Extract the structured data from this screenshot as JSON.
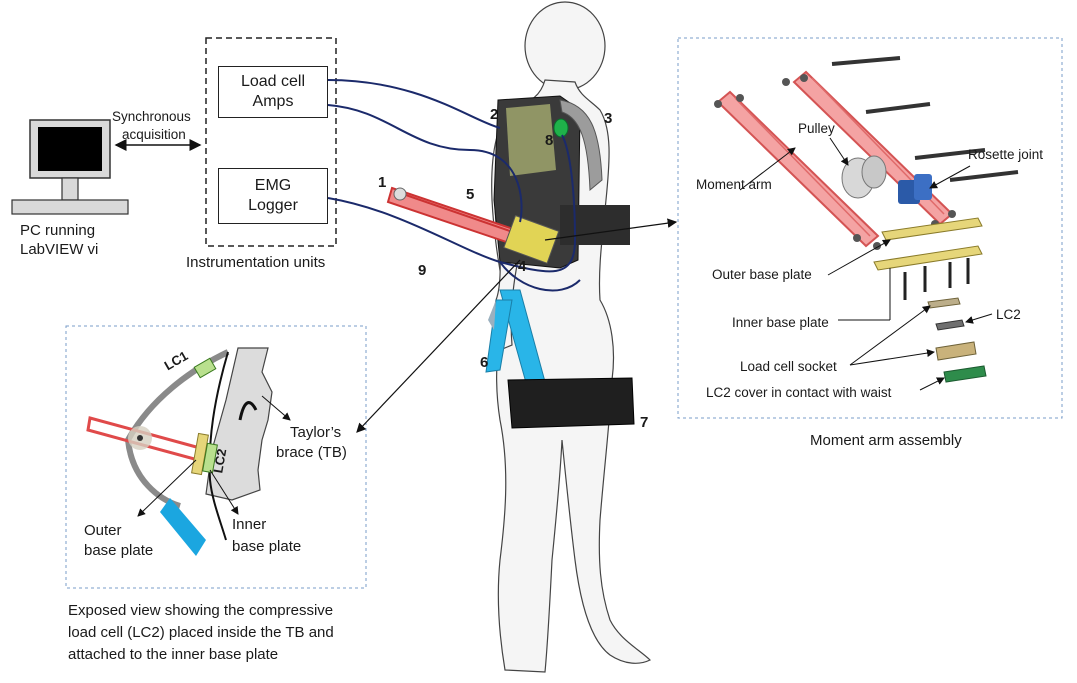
{
  "pc": {
    "label_line1": "PC running",
    "label_line2": "LabVIEW vi"
  },
  "sync": {
    "line1": "Synchronous",
    "line2": "acquisition"
  },
  "instrumentation": {
    "loadcell_line1": "Load cell",
    "loadcell_line2": "Amps",
    "emg_line1": "EMG",
    "emg_line2": "Logger",
    "caption": "Instrumentation units"
  },
  "numbers": {
    "n1": "1",
    "n2": "2",
    "n3": "3",
    "n4": "4",
    "n5": "5",
    "n6": "6",
    "n7": "7",
    "n8": "8",
    "n9": "9"
  },
  "assembly": {
    "title": "Moment arm assembly",
    "pulley": "Pulley",
    "rosette": "Rosette joint",
    "moment_arm": "Moment arm",
    "outer_plate": "Outer base plate",
    "inner_plate": "Inner base plate",
    "lc2": "LC2",
    "socket": "Load cell socket",
    "cover": "LC2 cover in contact with waist"
  },
  "exposed": {
    "lc1": "LC1",
    "lc2": "LC2",
    "tb_line1": "Taylor’s",
    "tb_line2": "brace (TB)",
    "outer_line1": "Outer",
    "outer_line2": "base plate",
    "inner_line1": "Inner",
    "inner_line2": "base plate",
    "caption_line1": "Exposed view showing the compressive",
    "caption_line2": "load cell (LC2) placed inside the TB and",
    "caption_line3": "attached to the inner base plate"
  }
}
